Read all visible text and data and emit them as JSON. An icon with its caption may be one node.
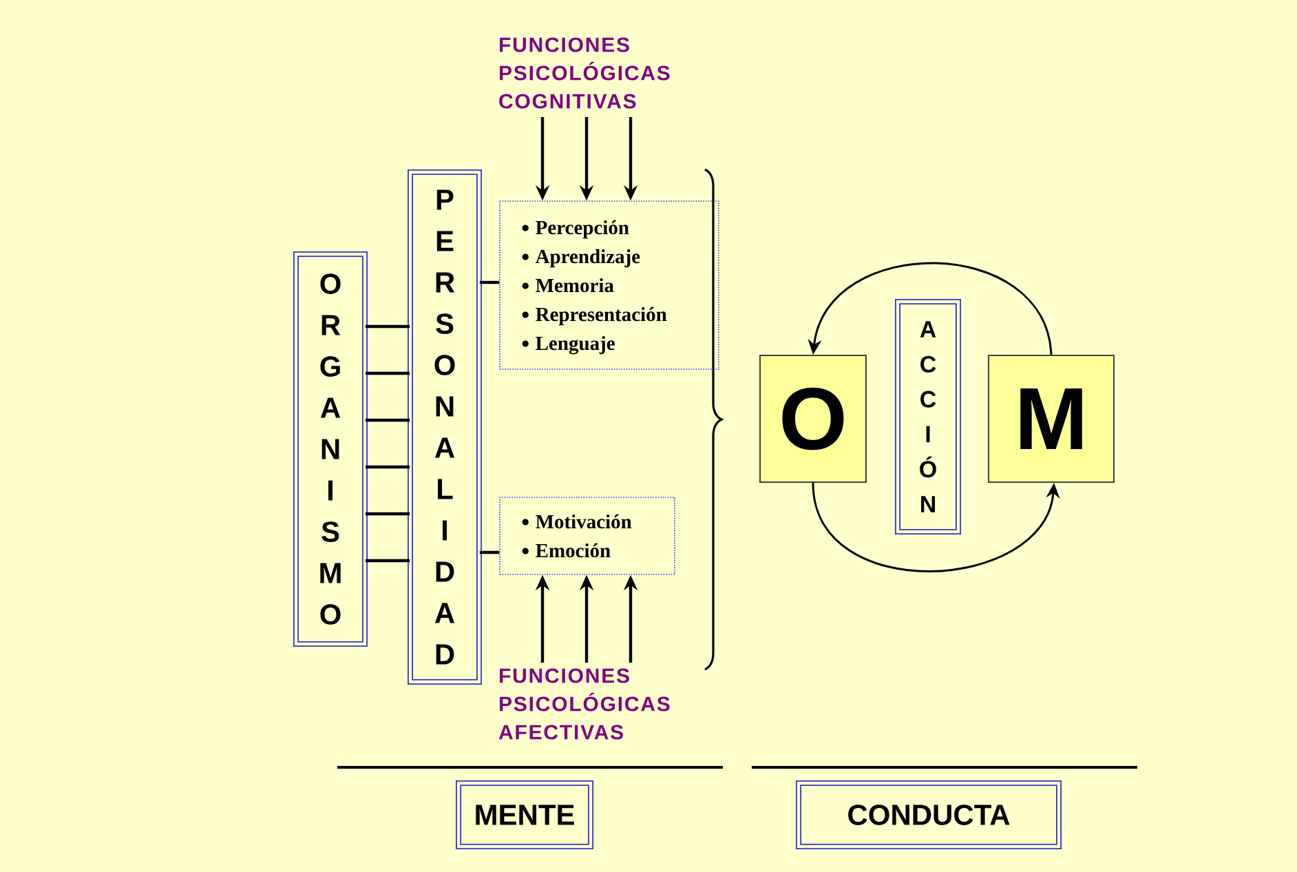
{
  "diagram": {
    "nodes": [
      {
        "text": [
          "O R G A N I S M O"
        ]
      },
      {
        "text": [
          "P E R S O N A L I D A D"
        ]
      },
      {
        "text": [
          "Percepción",
          "Aprendizaje",
          "Memoria",
          "Representación",
          "Lenguaje"
        ]
      },
      {
        "text": [
          "Motivación",
          "Emoción"
        ]
      },
      {
        "text": [
          "O"
        ]
      },
      {
        "text": [
          "A C C I Ó N"
        ]
      },
      {
        "text": [
          "M"
        ]
      },
      {
        "text": [
          "MENTE"
        ]
      },
      {
        "text": [
          "CONDUCTA"
        ]
      },
      {
        "text": [
          "FUNCIONES PSICOLÓGICAS COGNITIVAS"
        ]
      },
      {
        "text": [
          "FUNCIONES PSICOLÓGICAS AFECTIVAS"
        ]
      }
    ],
    "edges": [
      {
        "from": 0,
        "to": 1,
        "arrow": "none"
      },
      {
        "from": 0,
        "to": 1,
        "arrow": "none"
      },
      {
        "from": 0,
        "to": 1,
        "arrow": "none"
      },
      {
        "from": 0,
        "to": 1,
        "arrow": "none"
      },
      {
        "from": 0,
        "to": 1,
        "arrow": "none"
      },
      {
        "from": 0,
        "to": 1,
        "arrow": "none"
      },
      {
        "from": 1,
        "to": 2,
        "arrow": "none"
      },
      {
        "from": 1,
        "to": 3,
        "arrow": "none"
      },
      {
        "from": 9,
        "to": 2,
        "arrow": "to"
      },
      {
        "from": 9,
        "to": 2,
        "arrow": "to"
      },
      {
        "from": 9,
        "to": 2,
        "arrow": "to"
      },
      {
        "from": 10,
        "to": 3,
        "arrow": "to"
      },
      {
        "from": 10,
        "to": 3,
        "arrow": "to"
      },
      {
        "from": 10,
        "to": 3,
        "arrow": "to"
      },
      {
        "from": 4,
        "to": 6,
        "arrow": "to"
      },
      {
        "from": 6,
        "to": 4,
        "arrow": "to"
      }
    ]
  }
}
